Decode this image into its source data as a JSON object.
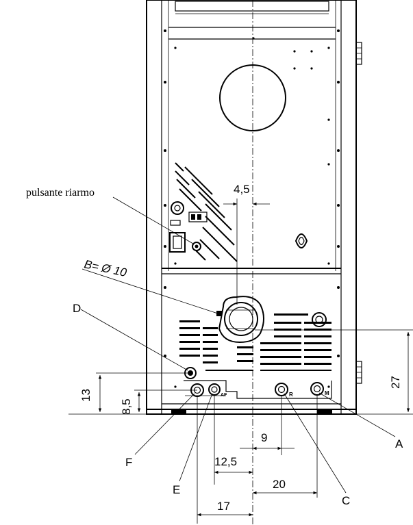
{
  "labels": {
    "reset_button": "pulsante riarmo",
    "b_diameter": "B= Ø 10",
    "letter_a": "A",
    "letter_c": "C",
    "letter_d": "D",
    "letter_e": "E",
    "letter_f": "F",
    "port_r": "R",
    "port_m": "M",
    "port_af": "AF"
  },
  "dimensions": {
    "d_4_5": "4,5",
    "d_27": "27",
    "d_13": "13",
    "d_8_5": "8,5",
    "d_9": "9",
    "d_12_5": "12,5",
    "d_20": "20",
    "d_17": "17"
  }
}
